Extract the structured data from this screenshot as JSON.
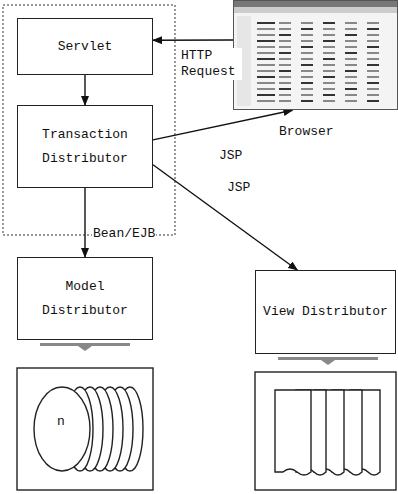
{
  "diagram": {
    "nodes": [
      {
        "text": [
          "Servlet"
        ]
      },
      {
        "text": [
          "Transaction Distributor"
        ]
      },
      {
        "text": [
          "Browser"
        ]
      },
      {
        "text": [
          "Model Distributor"
        ]
      },
      {
        "text": [
          "View Distributor"
        ]
      }
    ],
    "edges": [
      {
        "from": 2,
        "to": 0,
        "label": "HTTP Request",
        "arrow": "to"
      },
      {
        "from": 0,
        "to": 1,
        "arrow": "to"
      },
      {
        "from": 1,
        "to": 2,
        "label": "JSP",
        "arrow": "to"
      },
      {
        "from": 1,
        "to": 3,
        "label": "Bean/EJB",
        "arrow": "to"
      },
      {
        "from": 1,
        "to": 4,
        "label": "JSP",
        "arrow": "to"
      }
    ],
    "labels": [
      "n"
    ]
  }
}
